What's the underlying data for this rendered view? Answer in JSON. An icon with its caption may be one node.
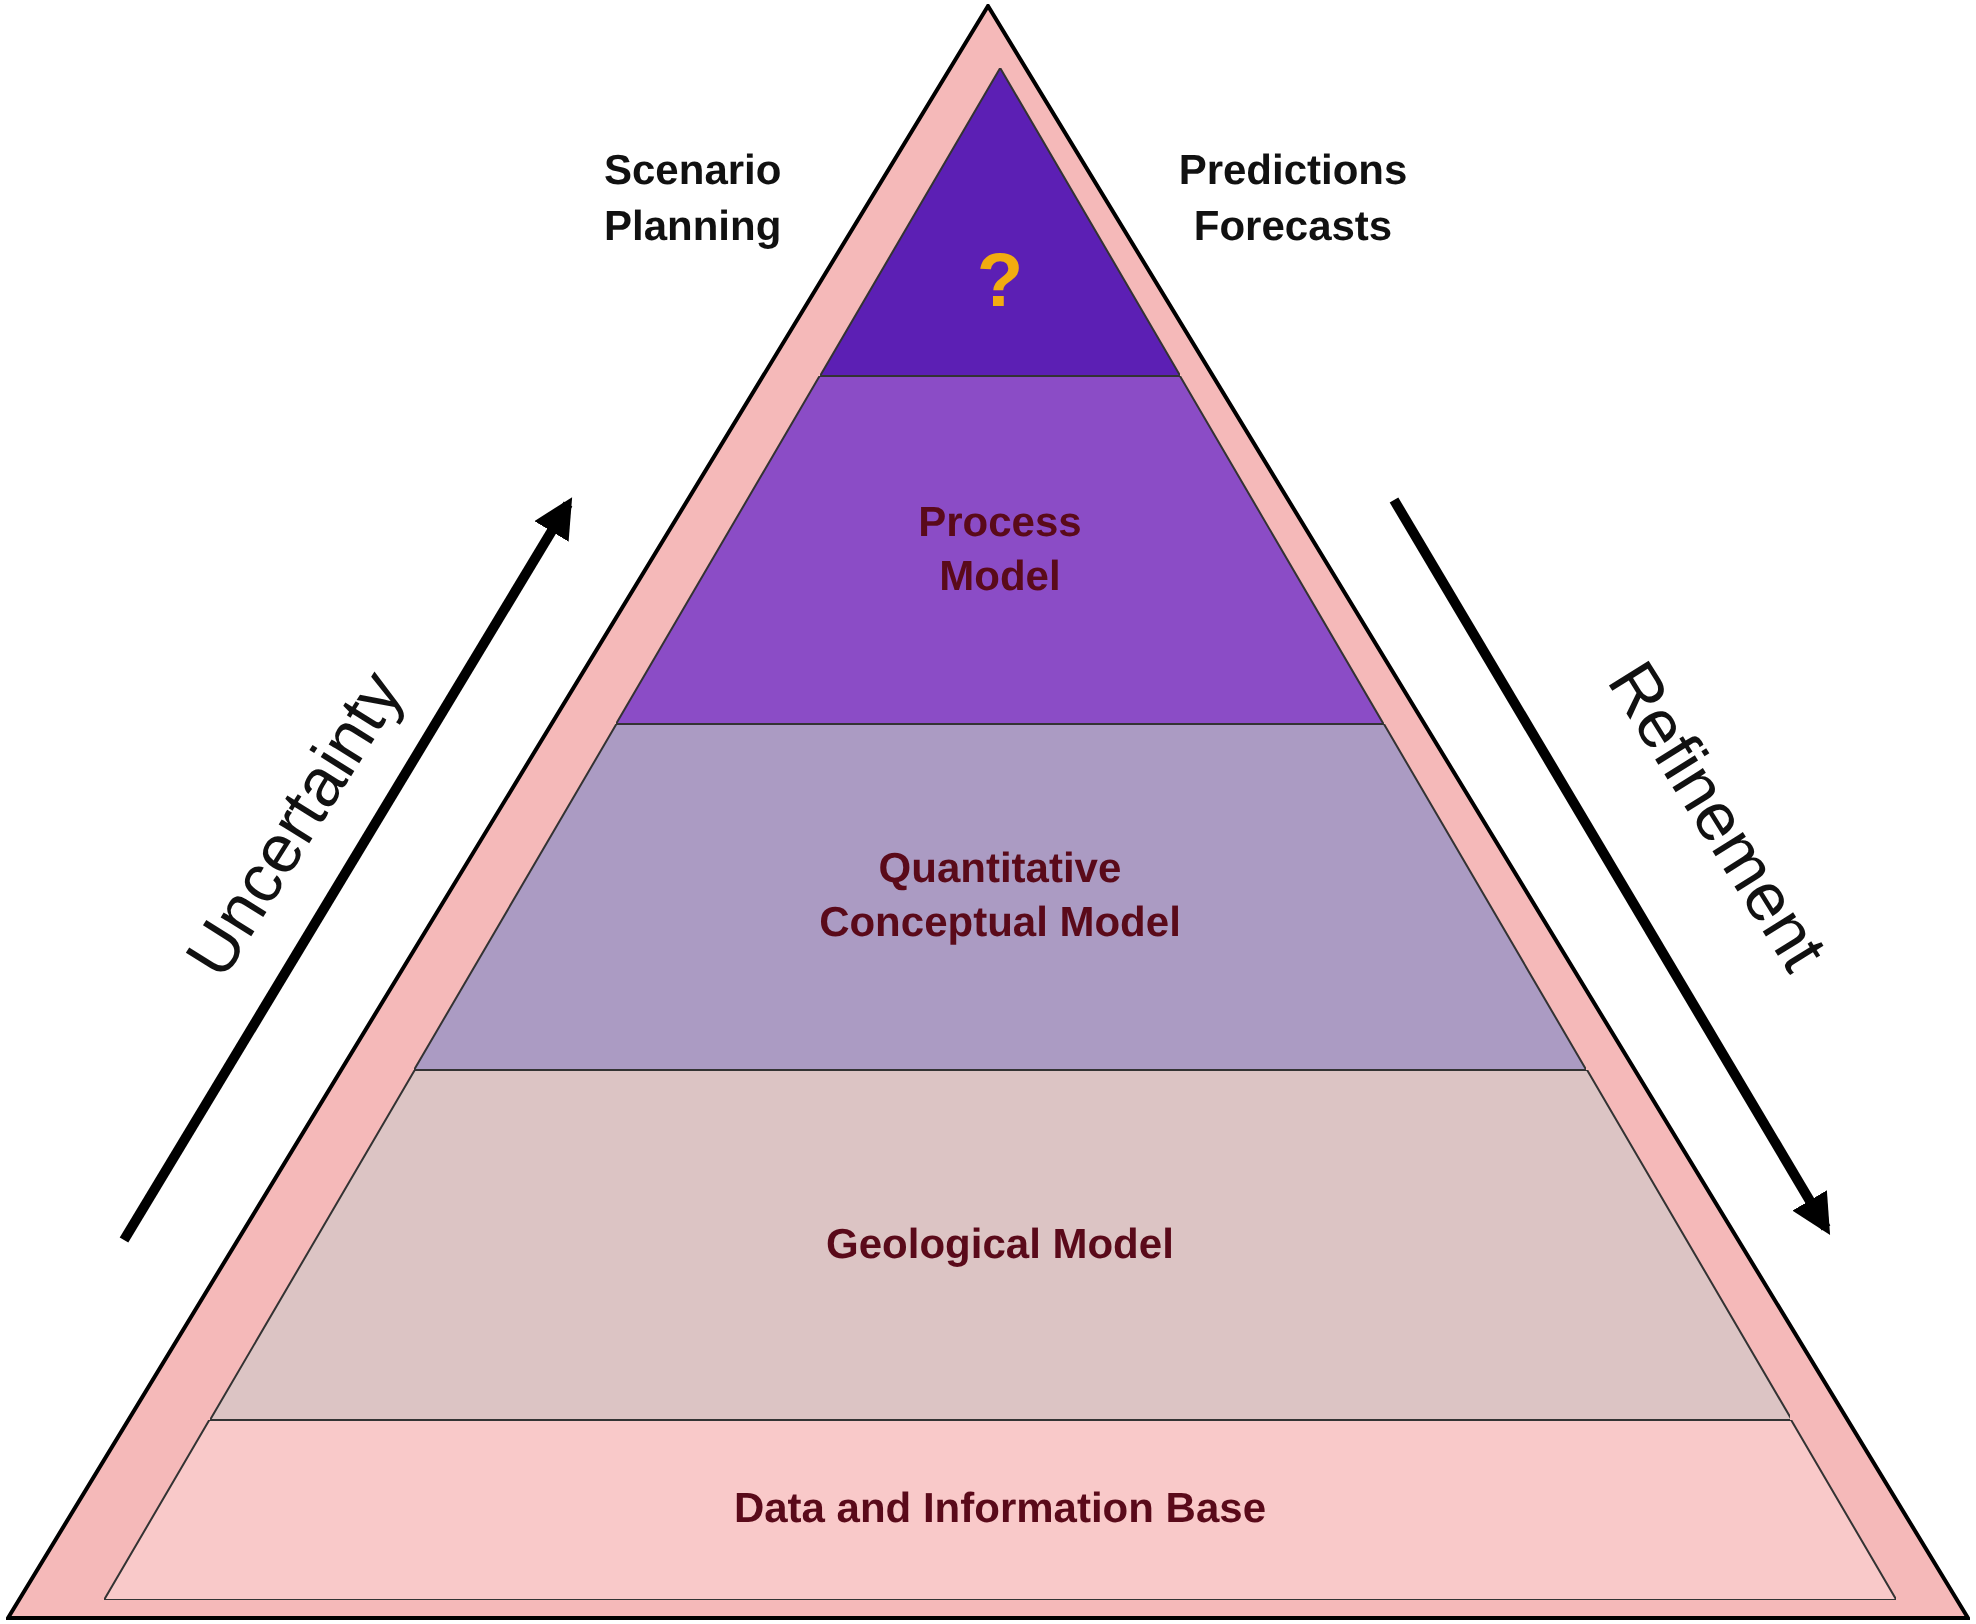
{
  "diagram": {
    "nodes": [
      {
        "text": [],
        "shape": "triangle"
      },
      {
        "text": [
          "?"
        ],
        "in": 0
      },
      {
        "text": [
          "Process Model"
        ],
        "in": 0
      },
      {
        "text": [
          "Quantitative Conceptual Model"
        ],
        "in": 0
      },
      {
        "text": [
          "Geological Model"
        ],
        "in": 0
      },
      {
        "text": [
          "Data and Information Base"
        ],
        "in": 0
      }
    ],
    "edges": [],
    "labels": [
      "Scenario Planning",
      "Predictions Forecasts",
      "Uncertainty",
      "Refinement"
    ]
  }
}
